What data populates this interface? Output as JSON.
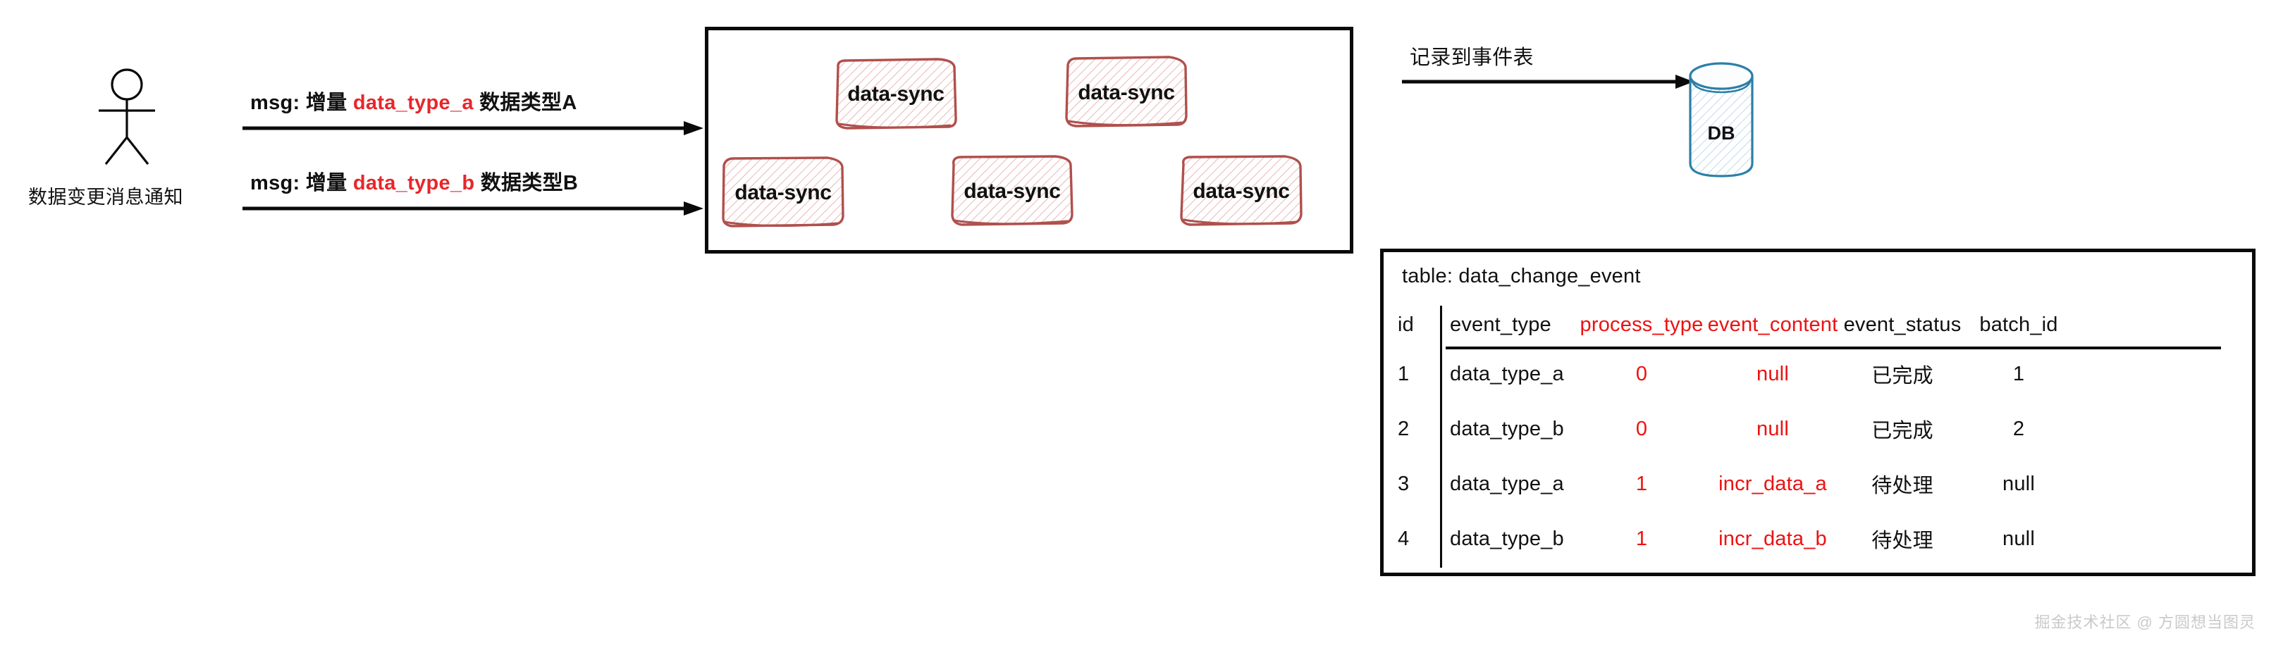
{
  "actor": {
    "label": "数据变更消息通知",
    "icon": "stick-figure-actor-icon"
  },
  "messages": [
    {
      "prefix": "msg: 增量 ",
      "code": "data_type_a",
      "suffix": " 数据类型A"
    },
    {
      "prefix": "msg: 增量 ",
      "code": "data_type_b",
      "suffix": " 数据类型B"
    }
  ],
  "worker_group": {
    "nodes": [
      {
        "label": "data-sync"
      },
      {
        "label": "data-sync"
      },
      {
        "label": "data-sync"
      },
      {
        "label": "data-sync"
      },
      {
        "label": "data-sync"
      }
    ]
  },
  "record_arrow": {
    "label": "记录到事件表"
  },
  "database": {
    "label": "DB",
    "icon": "database-cylinder-icon",
    "color": "#2b7fa8"
  },
  "table": {
    "title": "table: data_change_event",
    "columns": [
      {
        "key": "id",
        "label": "id",
        "color": "#111111"
      },
      {
        "key": "event_type",
        "label": "event_type",
        "color": "#111111"
      },
      {
        "key": "process_type",
        "label": "process_type",
        "color": "#ee1111"
      },
      {
        "key": "event_content",
        "label": "event_content",
        "color": "#ee1111"
      },
      {
        "key": "event_status",
        "label": "event_status",
        "color": "#111111"
      },
      {
        "key": "batch_id",
        "label": "batch_id",
        "color": "#111111"
      }
    ],
    "rows": [
      {
        "id": "1",
        "event_type": "data_type_a",
        "process_type": "0",
        "event_content": "null",
        "event_status": "已完成",
        "batch_id": "1"
      },
      {
        "id": "2",
        "event_type": "data_type_b",
        "process_type": "0",
        "event_content": "null",
        "event_status": "已完成",
        "batch_id": "2"
      },
      {
        "id": "3",
        "event_type": "data_type_a",
        "process_type": "1",
        "event_content": "incr_data_a",
        "event_status": "待处理",
        "batch_id": "null"
      },
      {
        "id": "4",
        "event_type": "data_type_b",
        "process_type": "1",
        "event_content": "incr_data_b",
        "event_status": "待处理",
        "batch_id": "null"
      }
    ]
  },
  "watermark": "掘金技术社区 @ 方圆想当图灵",
  "colors": {
    "accent_red": "#e8262b",
    "value_red": "#ee1111",
    "node_stroke": "#b0504c",
    "node_fill": "#fdf2f2",
    "db_stroke": "#2b7fa8",
    "ink": "#0a0a0a"
  }
}
